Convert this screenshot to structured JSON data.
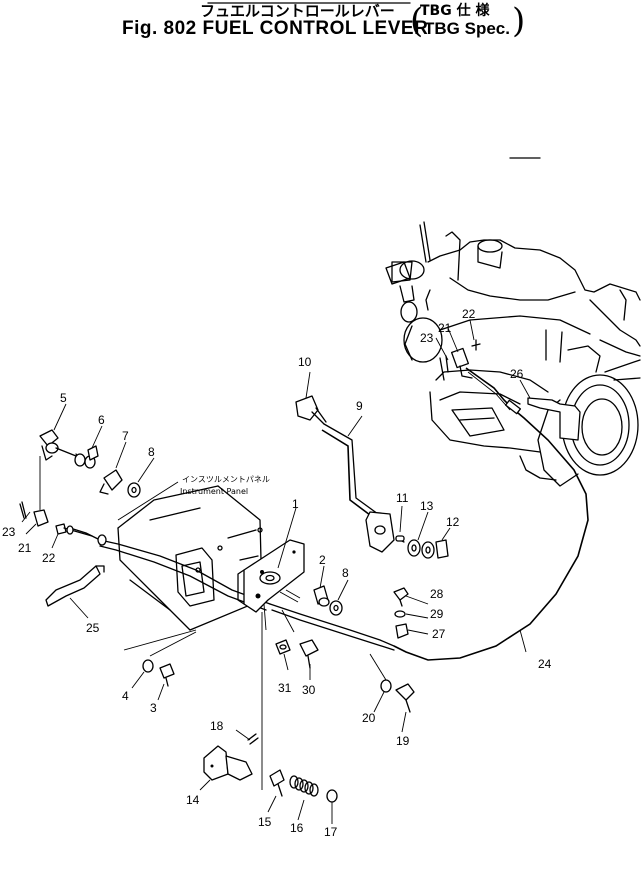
{
  "header": {
    "title_jp": "フュエルコントロールレバー",
    "title_en": "Fig. 802  FUEL  CONTROL  LEVER",
    "spec_jp": "TBG 仕 様",
    "spec_en": "TBG Spec."
  },
  "labels": {
    "instrument_panel_jp": "インスツルメントパネル",
    "instrument_panel_en": "Instrument  Panel"
  },
  "callouts": {
    "p1": "1",
    "p2": "2",
    "p3": "3",
    "p4": "4",
    "p5": "5",
    "p6": "6",
    "p7": "7",
    "p8a": "8",
    "p8b": "8",
    "p9": "9",
    "p10": "10",
    "p11": "11",
    "p12": "12",
    "p13": "13",
    "p14": "14",
    "p15": "15",
    "p16": "16",
    "p17": "17",
    "p18": "18",
    "p19": "19",
    "p20": "20",
    "p21a": "21",
    "p21b": "21",
    "p22a": "22",
    "p22b": "22",
    "p23a": "23",
    "p23b": "23",
    "p24": "24",
    "p25": "25",
    "p26": "26",
    "p27": "27",
    "p28": "28",
    "p29": "29",
    "p30": "30",
    "p31": "31"
  }
}
